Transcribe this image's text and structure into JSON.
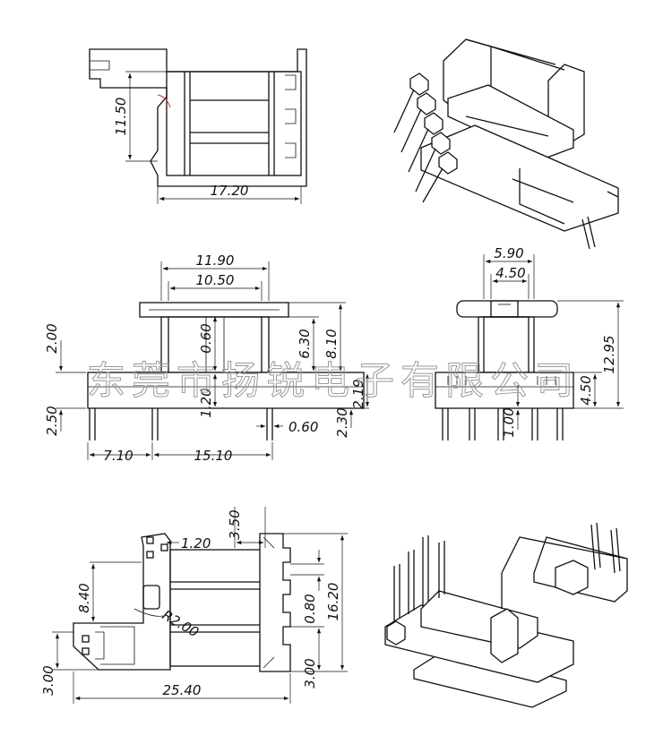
{
  "watermark": "东莞市扬锐电子有限公司",
  "top_view": {
    "height_label": "11.50",
    "width_label": "17.20"
  },
  "front_view": {
    "top_outer_label": "11.90",
    "top_inner_label": "10.50",
    "left_top_label": "2.00",
    "left_bottom_label": "2.50",
    "center_top_label": "0.60",
    "center_bottom_label": "1.20",
    "right_a_label": "6.30",
    "right_b_label": "8.10",
    "right_c_label": "2.30",
    "right_d_label": "2.19",
    "pin_label": "0.60",
    "bottom_left_label": "7.10",
    "bottom_right_label": "15.10"
  },
  "side_view": {
    "top_outer_label": "5.90",
    "top_inner_label": "4.50",
    "height_label": "12.95",
    "lower_label": "4.50",
    "pin_label": "1.00"
  },
  "bottom_view": {
    "top_label": "3.50",
    "slot_label": "1.20",
    "left_label": "8.40",
    "radius_label": "R2.00",
    "right_a_label": "0.80",
    "right_b_label": "16.20",
    "right_c_label": "3.00",
    "left_bottom_label": "3.00",
    "width_label": "25.40"
  }
}
